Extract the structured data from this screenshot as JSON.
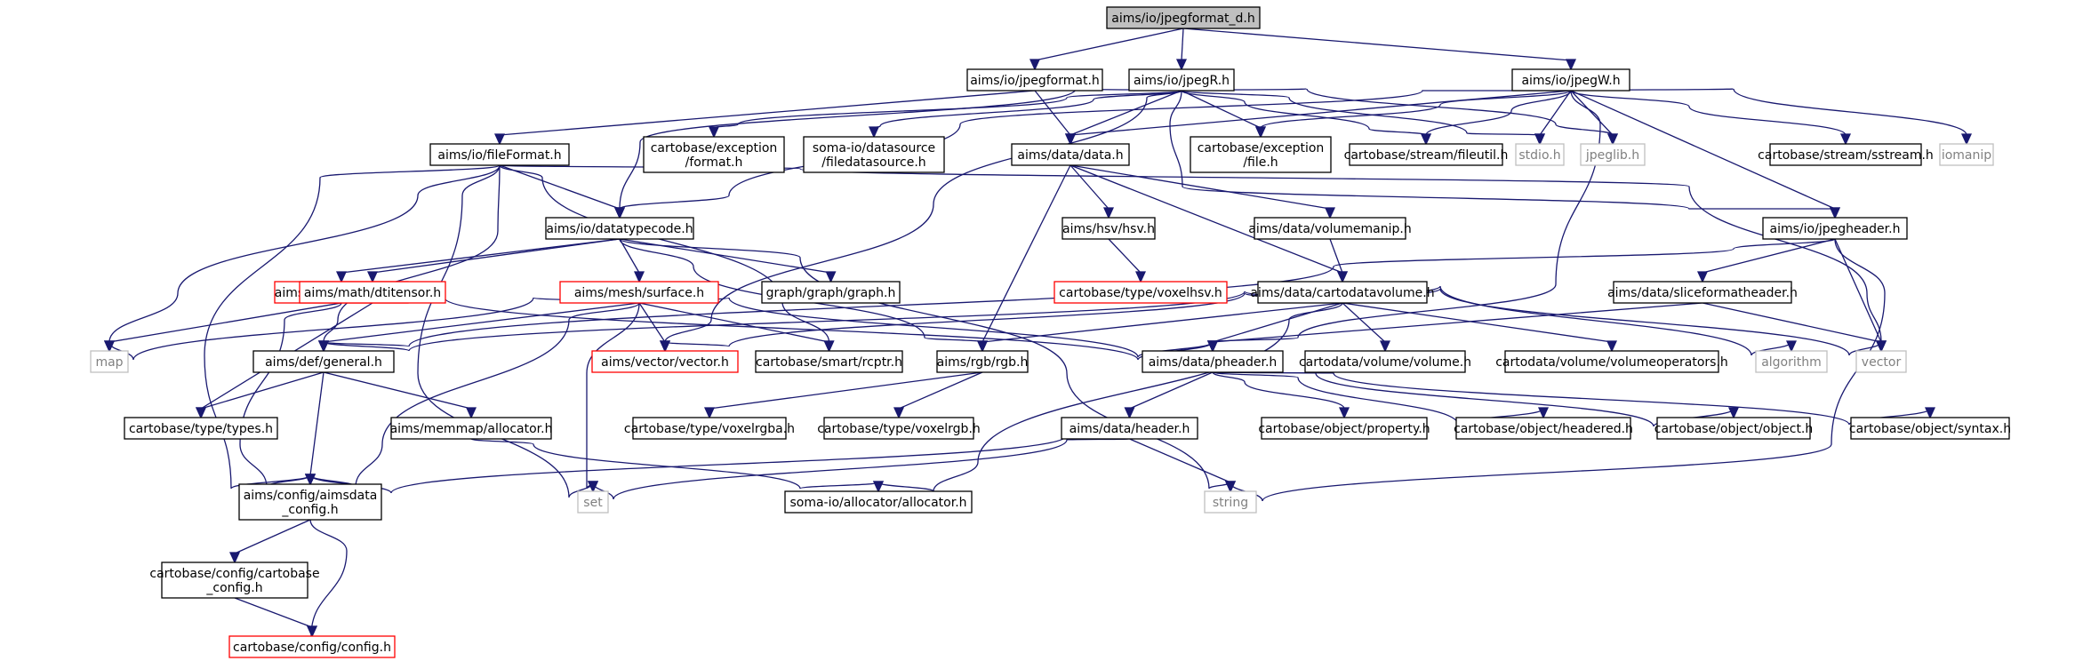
{
  "graph": {
    "nodes": [
      {
        "id": "root",
        "kind": "root",
        "lines": [
          "aims/io/jpegformat_d.h"
        ]
      },
      {
        "id": "jpegformat",
        "kind": "normal",
        "lines": [
          "aims/io/jpegformat.h"
        ]
      },
      {
        "id": "jpegR",
        "kind": "normal",
        "lines": [
          "aims/io/jpegR.h"
        ]
      },
      {
        "id": "jpegW",
        "kind": "normal",
        "lines": [
          "aims/io/jpegW.h"
        ]
      },
      {
        "id": "fileFormat",
        "kind": "normal",
        "lines": [
          "aims/io/fileFormat.h"
        ]
      },
      {
        "id": "excformat",
        "kind": "normal",
        "lines": [
          "cartobase/exception",
          "/format.h"
        ]
      },
      {
        "id": "filedatasource",
        "kind": "normal",
        "lines": [
          "soma-io/datasource",
          "/filedatasource.h"
        ]
      },
      {
        "id": "data",
        "kind": "normal",
        "lines": [
          "aims/data/data.h"
        ]
      },
      {
        "id": "excfile",
        "kind": "normal",
        "lines": [
          "cartobase/exception",
          "/file.h"
        ]
      },
      {
        "id": "fileutil",
        "kind": "normal",
        "lines": [
          "cartobase/stream/fileutil.h"
        ]
      },
      {
        "id": "stdio",
        "kind": "system",
        "lines": [
          "stdio.h"
        ]
      },
      {
        "id": "jpeglib",
        "kind": "system",
        "lines": [
          "jpeglib.h"
        ]
      },
      {
        "id": "sstream",
        "kind": "normal",
        "lines": [
          "cartobase/stream/sstream.h"
        ]
      },
      {
        "id": "iomanip",
        "kind": "system",
        "lines": [
          "iomanip"
        ]
      },
      {
        "id": "datatypecode",
        "kind": "normal",
        "lines": [
          "aims/io/datatypecode.h"
        ]
      },
      {
        "id": "hsv",
        "kind": "normal",
        "lines": [
          "aims/hsv/hsv.h"
        ]
      },
      {
        "id": "volumemanip",
        "kind": "normal",
        "lines": [
          "aims/data/volumemanip.h"
        ]
      },
      {
        "id": "jpegheader",
        "kind": "normal",
        "lines": [
          "aims/io/jpegheader.h"
        ]
      },
      {
        "id": "bucket",
        "kind": "missing",
        "lines": [
          "aims/bucket/bucket.h"
        ]
      },
      {
        "id": "dtitensor",
        "kind": "missing",
        "lines": [
          "aims/math/dtitensor.h"
        ]
      },
      {
        "id": "surface",
        "kind": "missing",
        "lines": [
          "aims/mesh/surface.h"
        ]
      },
      {
        "id": "graphh",
        "kind": "normal",
        "lines": [
          "graph/graph/graph.h"
        ]
      },
      {
        "id": "voxelhsv",
        "kind": "missing",
        "lines": [
          "cartobase/type/voxelhsv.h"
        ]
      },
      {
        "id": "cartodatavolume",
        "kind": "normal",
        "lines": [
          "aims/data/cartodatavolume.h"
        ]
      },
      {
        "id": "sliceformatheader",
        "kind": "normal",
        "lines": [
          "aims/data/sliceformatheader.h"
        ]
      },
      {
        "id": "map",
        "kind": "system",
        "lines": [
          "map"
        ]
      },
      {
        "id": "general",
        "kind": "normal",
        "lines": [
          "aims/def/general.h"
        ]
      },
      {
        "id": "vector_h",
        "kind": "missing",
        "lines": [
          "aims/vector/vector.h"
        ]
      },
      {
        "id": "rcptr",
        "kind": "normal",
        "lines": [
          "cartobase/smart/rcptr.h"
        ]
      },
      {
        "id": "rgb",
        "kind": "normal",
        "lines": [
          "aims/rgb/rgb.h"
        ]
      },
      {
        "id": "pheader",
        "kind": "normal",
        "lines": [
          "aims/data/pheader.h"
        ]
      },
      {
        "id": "volume",
        "kind": "normal",
        "lines": [
          "cartodata/volume/volume.h"
        ]
      },
      {
        "id": "volumeoperators",
        "kind": "normal",
        "lines": [
          "cartodata/volume/volumeoperators.h"
        ]
      },
      {
        "id": "algorithm",
        "kind": "system",
        "lines": [
          "algorithm"
        ]
      },
      {
        "id": "vector",
        "kind": "system",
        "lines": [
          "vector"
        ]
      },
      {
        "id": "types",
        "kind": "normal",
        "lines": [
          "cartobase/type/types.h"
        ]
      },
      {
        "id": "memallocator",
        "kind": "normal",
        "lines": [
          "aims/memmap/allocator.h"
        ]
      },
      {
        "id": "voxelrgba",
        "kind": "normal",
        "lines": [
          "cartobase/type/voxelrgba.h"
        ]
      },
      {
        "id": "voxelrgb",
        "kind": "normal",
        "lines": [
          "cartobase/type/voxelrgb.h"
        ]
      },
      {
        "id": "header",
        "kind": "normal",
        "lines": [
          "aims/data/header.h"
        ]
      },
      {
        "id": "property",
        "kind": "normal",
        "lines": [
          "cartobase/object/property.h"
        ]
      },
      {
        "id": "headered",
        "kind": "normal",
        "lines": [
          "cartobase/object/headered.h"
        ]
      },
      {
        "id": "object",
        "kind": "normal",
        "lines": [
          "cartobase/object/object.h"
        ]
      },
      {
        "id": "syntax",
        "kind": "normal",
        "lines": [
          "cartobase/object/syntax.h"
        ]
      },
      {
        "id": "aimsdataconfig",
        "kind": "normal",
        "lines": [
          "aims/config/aimsdata",
          "_config.h"
        ]
      },
      {
        "id": "set",
        "kind": "system",
        "lines": [
          "set"
        ]
      },
      {
        "id": "somaallocator",
        "kind": "normal",
        "lines": [
          "soma-io/allocator/allocator.h"
        ]
      },
      {
        "id": "string",
        "kind": "system",
        "lines": [
          "string"
        ]
      },
      {
        "id": "cartobaseconfig",
        "kind": "normal",
        "lines": [
          "cartobase/config/cartobase",
          "_config.h"
        ]
      },
      {
        "id": "config",
        "kind": "missing",
        "lines": [
          "cartobase/config/config.h"
        ]
      }
    ],
    "edges": [
      [
        "root",
        "jpegformat"
      ],
      [
        "root",
        "jpegR"
      ],
      [
        "root",
        "jpegW"
      ],
      [
        "jpegformat",
        "fileFormat"
      ],
      [
        "jpegformat",
        "data"
      ],
      [
        "jpegR",
        "excformat"
      ],
      [
        "jpegR",
        "filedatasource"
      ],
      [
        "jpegR",
        "data"
      ],
      [
        "jpegR",
        "excfile"
      ],
      [
        "jpegR",
        "fileutil"
      ],
      [
        "jpegR",
        "stdio"
      ],
      [
        "jpegR",
        "jpeglib"
      ],
      [
        "jpegR",
        "datatypecode"
      ],
      [
        "jpegR",
        "jpegheader"
      ],
      [
        "jpegR",
        "vector_h"
      ],
      [
        "jpegW",
        "data"
      ],
      [
        "jpegW",
        "excfile"
      ],
      [
        "jpegW",
        "fileutil"
      ],
      [
        "jpegW",
        "stdio"
      ],
      [
        "jpegW",
        "jpeglib"
      ],
      [
        "jpegW",
        "sstream"
      ],
      [
        "jpegW",
        "iomanip"
      ],
      [
        "jpegW",
        "datatypecode"
      ],
      [
        "jpegW",
        "jpegheader"
      ],
      [
        "jpegW",
        "pheader"
      ],
      [
        "fileFormat",
        "datatypecode"
      ],
      [
        "fileFormat",
        "map"
      ],
      [
        "fileFormat",
        "general"
      ],
      [
        "fileFormat",
        "vector"
      ],
      [
        "fileFormat",
        "aimsdataconfig"
      ],
      [
        "fileFormat",
        "set"
      ],
      [
        "fileFormat",
        "rcptr"
      ],
      [
        "data",
        "hsv"
      ],
      [
        "data",
        "volumemanip"
      ],
      [
        "data",
        "cartodatavolume"
      ],
      [
        "data",
        "rgb"
      ],
      [
        "datatypecode",
        "bucket"
      ],
      [
        "datatypecode",
        "dtitensor"
      ],
      [
        "datatypecode",
        "surface"
      ],
      [
        "datatypecode",
        "graphh"
      ],
      [
        "datatypecode",
        "rgb"
      ],
      [
        "datatypecode",
        "string"
      ],
      [
        "hsv",
        "voxelhsv"
      ],
      [
        "volumemanip",
        "cartodatavolume"
      ],
      [
        "jpegheader",
        "general"
      ],
      [
        "jpegheader",
        "sliceformatheader"
      ],
      [
        "jpegheader",
        "vector"
      ],
      [
        "jpegheader",
        "string"
      ],
      [
        "bucket",
        "map"
      ],
      [
        "bucket",
        "pheader"
      ],
      [
        "bucket",
        "aimsdataconfig"
      ],
      [
        "dtitensor",
        "types"
      ],
      [
        "surface",
        "map"
      ],
      [
        "surface",
        "general"
      ],
      [
        "surface",
        "vector_h"
      ],
      [
        "surface",
        "rcptr"
      ],
      [
        "surface",
        "pheader"
      ],
      [
        "surface",
        "set"
      ],
      [
        "surface",
        "aimsdataconfig"
      ],
      [
        "cartodatavolume",
        "vector_h"
      ],
      [
        "cartodatavolume",
        "general"
      ],
      [
        "cartodatavolume",
        "rgb"
      ],
      [
        "cartodatavolume",
        "pheader"
      ],
      [
        "cartodatavolume",
        "volume"
      ],
      [
        "cartodatavolume",
        "volumeoperators"
      ],
      [
        "cartodatavolume",
        "algorithm"
      ],
      [
        "cartodatavolume",
        "vector"
      ],
      [
        "cartodatavolume",
        "somaallocator"
      ],
      [
        "sliceformatheader",
        "pheader"
      ],
      [
        "sliceformatheader",
        "vector"
      ],
      [
        "general",
        "types"
      ],
      [
        "general",
        "memallocator"
      ],
      [
        "general",
        "aimsdataconfig"
      ],
      [
        "rgb",
        "voxelrgba"
      ],
      [
        "rgb",
        "voxelrgb"
      ],
      [
        "pheader",
        "header"
      ],
      [
        "pheader",
        "property"
      ],
      [
        "pheader",
        "headered"
      ],
      [
        "pheader",
        "object"
      ],
      [
        "pheader",
        "syntax"
      ],
      [
        "memallocator",
        "somaallocator"
      ],
      [
        "header",
        "aimsdataconfig"
      ],
      [
        "header",
        "set"
      ],
      [
        "header",
        "string"
      ],
      [
        "aimsdataconfig",
        "cartobaseconfig"
      ],
      [
        "aimsdataconfig",
        "config"
      ],
      [
        "cartobaseconfig",
        "config"
      ]
    ]
  }
}
